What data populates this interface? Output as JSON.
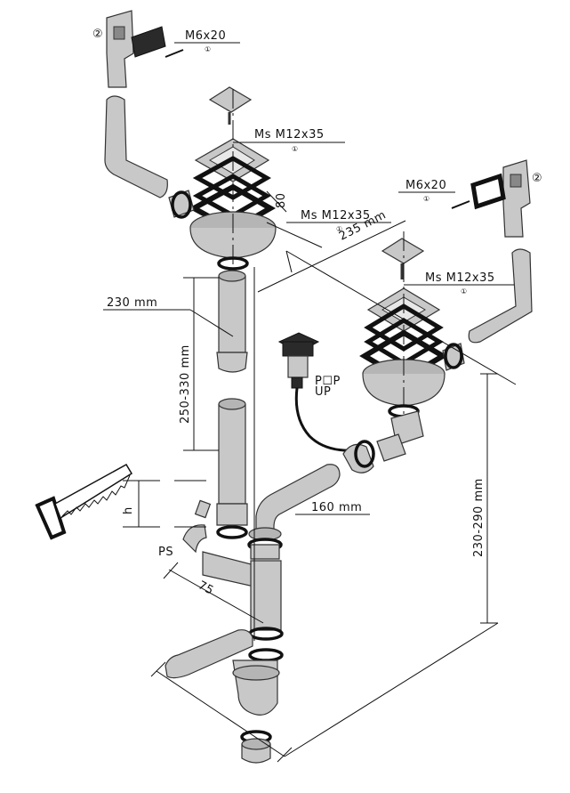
{
  "labels": {
    "screw_left": "M6x20",
    "screw_left_qty": "①",
    "bracket_left_num": "②",
    "bolt_top": "Ms M12x35",
    "bolt_top_qty": "①",
    "height_80": "80",
    "bolt_mid": "Ms M12x35",
    "bolt_mid_qty": "①",
    "dim_235": "235 mm",
    "screw_right": "M6x20",
    "screw_right_qty": "①",
    "bracket_right_num": "②",
    "bolt_right": "Ms M12x35",
    "bolt_right_qty": "①",
    "dim_230": "230 mm",
    "dim_250_330": "250-330 mm",
    "popup_line1": "P☐P",
    "popup_line2": "UP",
    "dim_h": "h",
    "dim_160": "160 mm",
    "ps": "PS",
    "dim_75": "75",
    "dim_230_290": "230-290 mm"
  }
}
